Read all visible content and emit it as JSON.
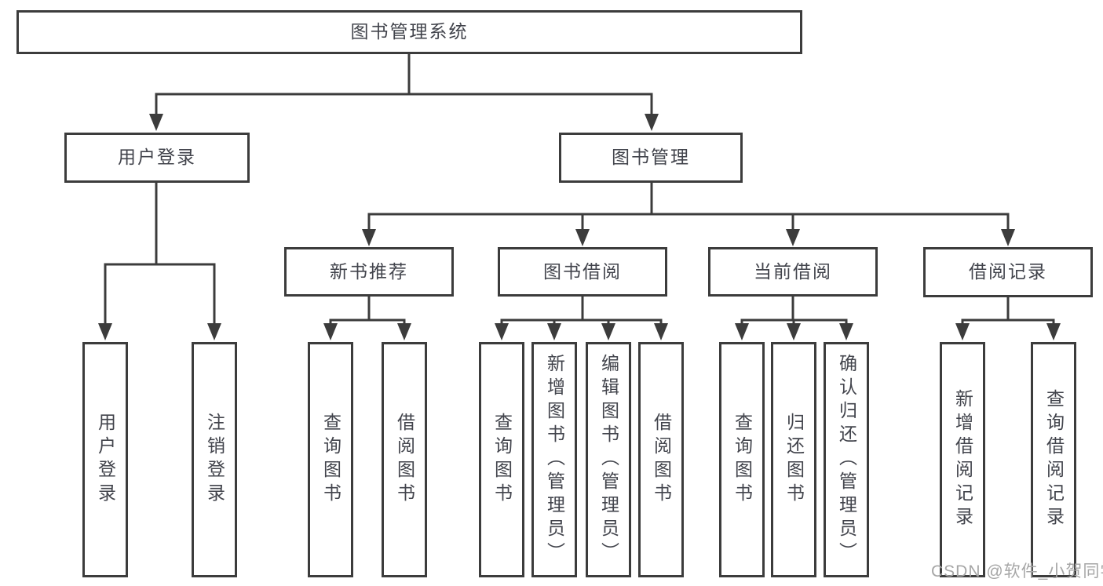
{
  "diagram": {
    "title": "图书管理系统",
    "watermark": {
      "text": "CSDN @软件_小贺同学",
      "color": "#a6a6a6"
    },
    "colors": {
      "background": "#ffffff",
      "line": "#3c3c3c",
      "box_border": "#3c3c3c",
      "box_fill": "#ffffff",
      "text": "#42444c"
    },
    "tree": {
      "label": "图书管理系统",
      "children": [
        {
          "label": "用户登录",
          "children": [
            {
              "label": "用户登录"
            },
            {
              "label": "注销登录"
            }
          ]
        },
        {
          "label": "图书管理",
          "children": [
            {
              "label": "新书推荐",
              "children": [
                {
                  "label": "查询图书"
                },
                {
                  "label": "借阅图书"
                }
              ]
            },
            {
              "label": "图书借阅",
              "children": [
                {
                  "label": "查询图书"
                },
                {
                  "label": "新增图书（管理员）"
                },
                {
                  "label": "编辑图书（管理员）"
                },
                {
                  "label": "借阅图书"
                }
              ]
            },
            {
              "label": "当前借阅",
              "children": [
                {
                  "label": "查询图书"
                },
                {
                  "label": "归还图书"
                },
                {
                  "label": "确认归还（管理员）"
                }
              ]
            },
            {
              "label": "借阅记录",
              "children": [
                {
                  "label": "新增借阅记录"
                },
                {
                  "label": "查询借阅记录"
                }
              ]
            }
          ]
        }
      ]
    }
  }
}
